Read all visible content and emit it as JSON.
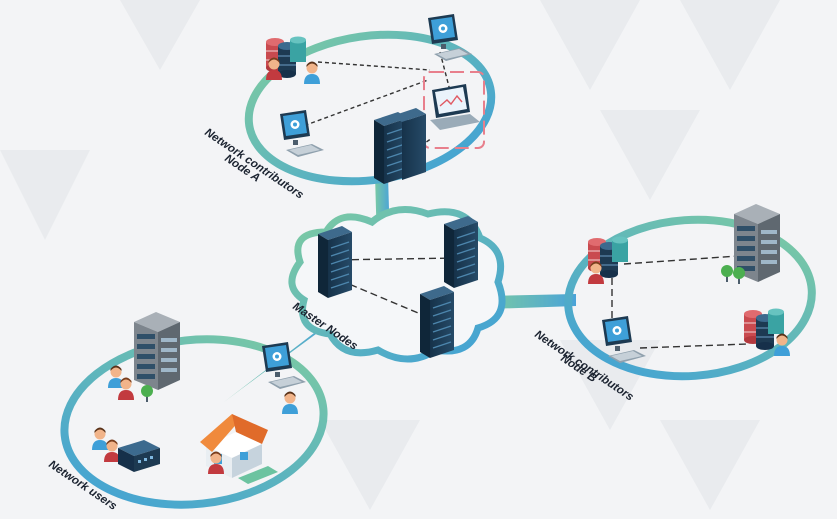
{
  "labels": {
    "node_a_line1": "Network contributors",
    "node_a_line2": "Node A",
    "master": "Master Nodes",
    "node_b_line1": "Network contributors",
    "node_b_line2": "Node B",
    "users": "Network users"
  },
  "colors": {
    "ring_gradient_start": "#7cc9a3",
    "ring_gradient_end": "#4aa3d8",
    "server_dark": "#1d3a52",
    "server_grey": "#8b939c",
    "highlight": "#e87f8c",
    "link_green": "#6cc3a0",
    "link_blue": "#4aa3d8"
  },
  "icons": [
    "server-rack-icon",
    "database-icon",
    "monitor-icon",
    "laptop-icon",
    "user-icon",
    "house-icon",
    "tree-icon",
    "router-icon"
  ]
}
